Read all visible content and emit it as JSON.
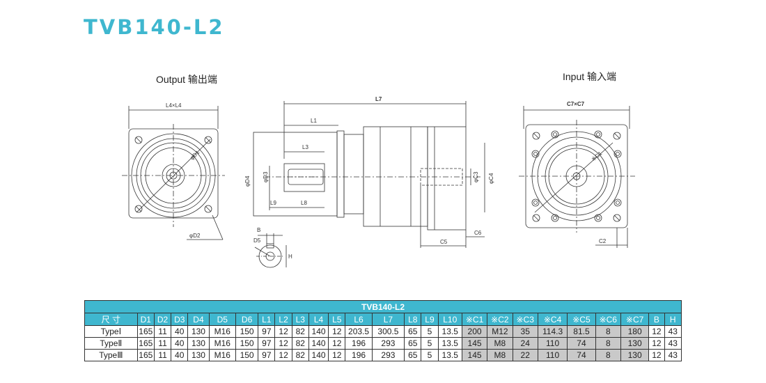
{
  "title": "TVB140-L2",
  "views": {
    "output_label": "Output  输出端",
    "input_label": "Input   输入端"
  },
  "dims": {
    "l4xl4": "L4×L4",
    "c7xc7": "C7×C7",
    "d1": "φD1",
    "d2": "φD2",
    "c1": "※C1",
    "c2": "C2",
    "l7": "L7",
    "l1": "L1",
    "l3": "L3",
    "l9": "L9",
    "l8": "L8",
    "d4": "φD4",
    "d3": "φD3",
    "c3": "φC3",
    "c4": "φC4",
    "c5": "C5",
    "c6": "C6",
    "b": "B",
    "d5": "D5",
    "h": "H"
  },
  "table": {
    "title": "TVB140-L2",
    "headers": [
      "尺 寸",
      "D1",
      "D2",
      "D3",
      "D4",
      "D5",
      "D6",
      "L1",
      "L2",
      "L3",
      "L4",
      "L5",
      "L6",
      "L7",
      "L8",
      "L9",
      "L10",
      "※C1",
      "※C2",
      "※C3",
      "※C4",
      "※C5",
      "※C6",
      "※C7",
      "B",
      "H"
    ],
    "rows": [
      [
        "TypeⅠ",
        "165",
        "11",
        "40",
        "130",
        "M16",
        "150",
        "97",
        "12",
        "82",
        "140",
        "12",
        "203.5",
        "300.5",
        "65",
        "5",
        "13.5",
        "200",
        "M12",
        "35",
        "114.3",
        "81.5",
        "8",
        "180",
        "12",
        "43"
      ],
      [
        "TypeⅡ",
        "165",
        "11",
        "40",
        "130",
        "M16",
        "150",
        "97",
        "12",
        "82",
        "140",
        "12",
        "196",
        "293",
        "65",
        "5",
        "13.5",
        "145",
        "M8",
        "24",
        "110",
        "74",
        "8",
        "130",
        "12",
        "43"
      ],
      [
        "TypeⅢ",
        "165",
        "11",
        "40",
        "130",
        "M16",
        "150",
        "97",
        "12",
        "82",
        "140",
        "12",
        "196",
        "293",
        "65",
        "5",
        "13.5",
        "145",
        "M8",
        "22",
        "110",
        "74",
        "8",
        "130",
        "12",
        "43"
      ]
    ]
  },
  "colors": {
    "accent": "#3fb7cf",
    "gray_cell": "#c9c9c9"
  }
}
